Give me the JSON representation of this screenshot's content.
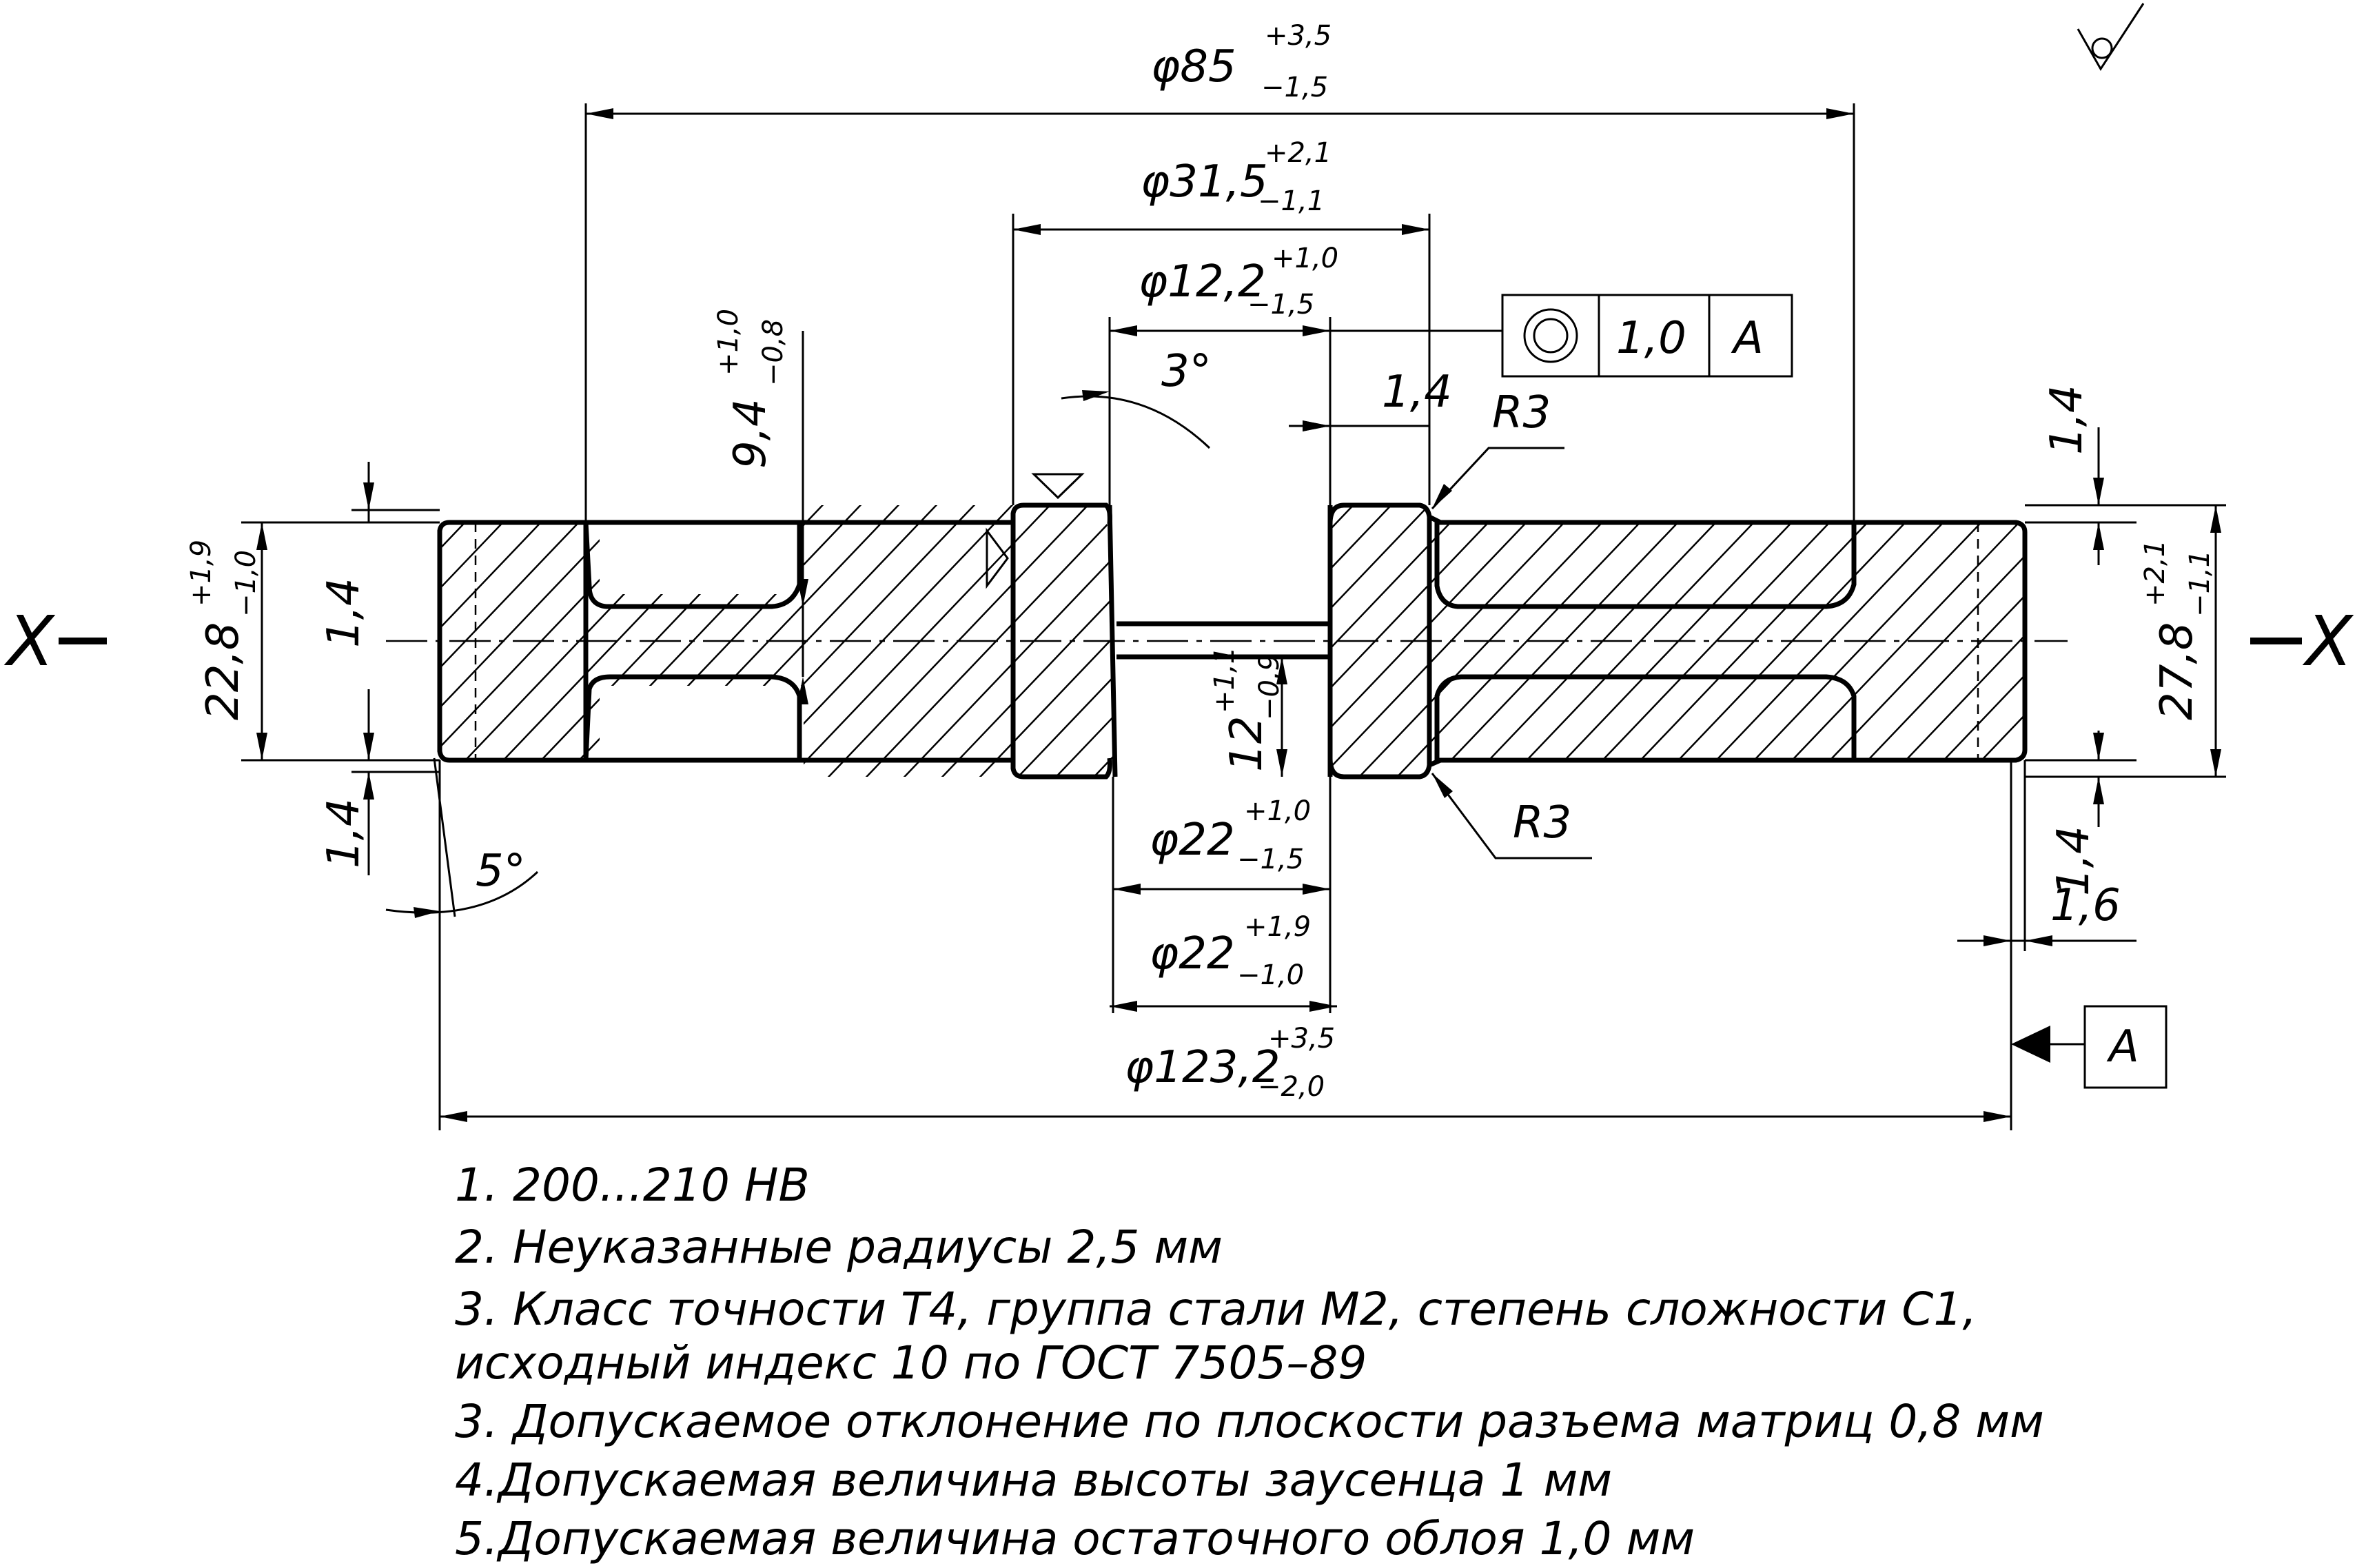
{
  "axis_label_left": "X",
  "axis_label_right": "X",
  "datum_label": "A",
  "dims": {
    "d85": {
      "base": "φ85",
      "upper": "+3,5",
      "lower": "−1,5"
    },
    "d31_5": {
      "base": "φ31,5",
      "upper": "+2,1",
      "lower": "−1,1"
    },
    "d12_2": {
      "base": "φ12,2",
      "upper": "+1,0",
      "lower": "−1,5"
    },
    "d22_a": {
      "base": "φ22",
      "upper": "+1,0",
      "lower": "−1,5"
    },
    "d22_b": {
      "base": "φ22",
      "upper": "+1,9",
      "lower": "−1,0"
    },
    "d123_2": {
      "base": "φ123,2",
      "upper": "+3,5",
      "lower": "−2,0"
    },
    "h9_4": {
      "base": "9,4",
      "upper": "+1,0",
      "lower": "−0,8"
    },
    "h22_8": {
      "base": "22,8",
      "upper": "+1,9",
      "lower": "−1,0"
    },
    "h27_8": {
      "base": "27,8",
      "upper": "+2,1",
      "lower": "−1,1"
    },
    "h12": {
      "base": "12",
      "upper": "+1,1",
      "lower": "−0,9"
    },
    "t1_4_center": "1,4",
    "t1_4_left_top": "1,4",
    "t1_4_left_bottom": "1,4",
    "t1_4_right_top": "1,4",
    "t1_4_right_bottom": "1,4",
    "t1_6": "1,6",
    "r3_top": "R3",
    "r3_bottom": "R3",
    "angle_3": "3°",
    "angle_5": "5°"
  },
  "tolerance_frame": {
    "symbol": "concentricity-icon",
    "value": "1,0",
    "datum": "A"
  },
  "notes": [
    "1. 200...210 HB",
    "2. Неуказанные радиусы 2,5 мм",
    "3. Класс точности Т4, группа стали М2, степень сложности С1,",
    "исходный индекс 10 по ГОСТ 7505–89",
    "3. Допускаемое отклонение по плоскости разъема матриц 0,8 мм",
    "4.Допускаемая величина высоты заусенца 1 мм",
    "5.Допускаемая величина остаточного облоя 1,0 мм"
  ]
}
